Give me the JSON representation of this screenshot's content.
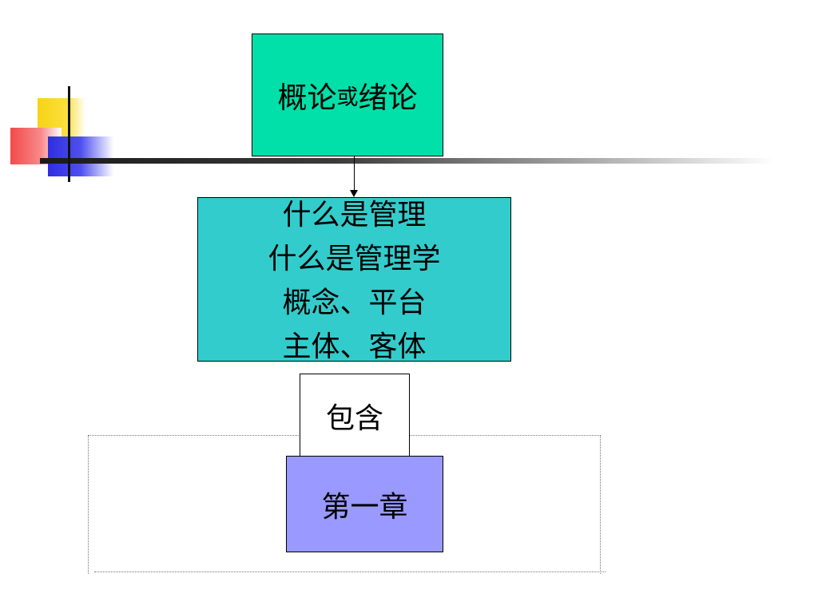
{
  "diagram": {
    "intro_box": {
      "part1": "概论",
      "part2": "或",
      "part3": "绪论",
      "fill": "#00e0a8"
    },
    "topics_box": {
      "lines": [
        "什么是管理",
        "什么是管理学",
        "概念、平台",
        "主体、客体"
      ],
      "fill": "#33cccc"
    },
    "contains_box": {
      "label": "包含",
      "fill": "#ffffff"
    },
    "chapter_box": {
      "label": "第一章",
      "fill": "#9999ff"
    }
  }
}
